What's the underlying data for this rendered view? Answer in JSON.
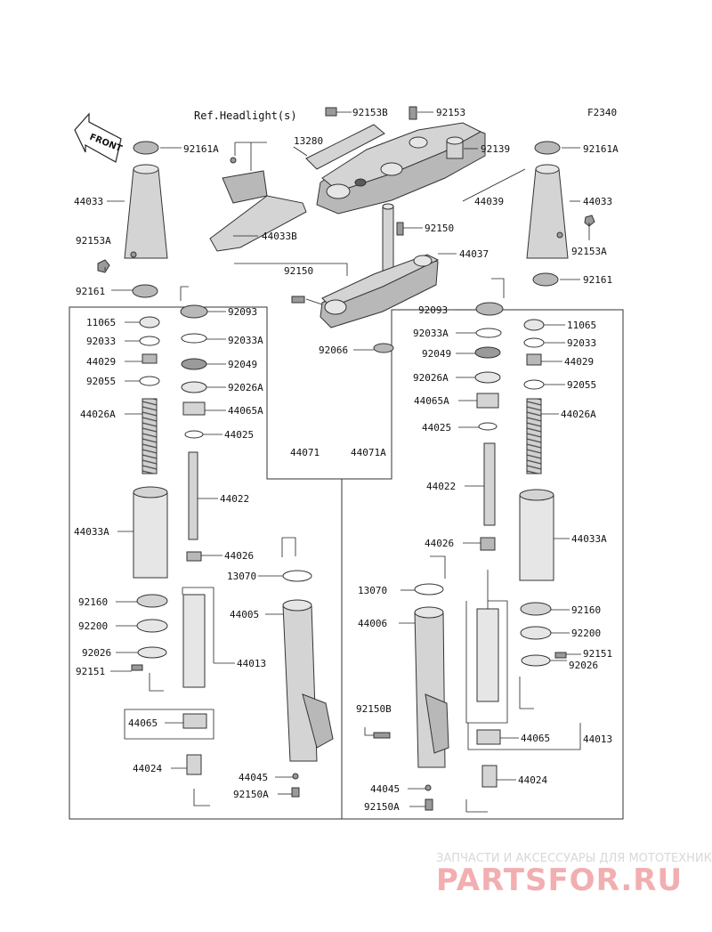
{
  "diagram_code": "F2340",
  "ref_headlight": "Ref.Headlight(s)",
  "front_marker": "FRONT",
  "watermark": {
    "line1": "ЗАПЧАСТИ И АКСЕССУАРЫ ДЛЯ МОТОТЕХНИКИ",
    "line2": "PARTSFOR.RU"
  },
  "labels": {
    "p92153B": "92153B",
    "p92153": "92153",
    "p13280": "13280",
    "p92139": "92139",
    "p44039": "44039",
    "p92161A_l": "92161A",
    "p92161A_r": "92161A",
    "p44033_l": "44033",
    "p44033_r": "44033",
    "p92153A_l": "92153A",
    "p92153A_r": "92153A",
    "p44033B": "44033B",
    "p92150_t": "92150",
    "p92150_m": "92150",
    "p44037": "44037",
    "p92161_l": "92161",
    "p92161_r": "92161",
    "p92066": "92066",
    "p92093_l": "92093",
    "p92093_r": "92093",
    "p11065_l": "11065",
    "p11065_r": "11065",
    "p92033_l": "92033",
    "p92033_r": "92033",
    "p92033A_l": "92033A",
    "p92033A_r": "92033A",
    "p44029_l": "44029",
    "p44029_r": "44029",
    "p92049_l": "92049",
    "p92049_r": "92049",
    "p92055_l": "92055",
    "p92055_r": "92055",
    "p92026A_l": "92026A",
    "p92026A_r": "92026A",
    "p44026A_l": "44026A",
    "p44026A_r": "44026A",
    "p44065A_l": "44065A",
    "p44065A_r": "44065A",
    "p44025_l": "44025",
    "p44025_r": "44025",
    "p44071": "44071",
    "p44071A": "44071A",
    "p44022_l": "44022",
    "p44022_r": "44022",
    "p44033A_l": "44033A",
    "p44033A_r": "44033A",
    "p44026_l": "44026",
    "p44026_r": "44026",
    "p13070_l": "13070",
    "p13070_r": "13070",
    "p92160_l": "92160",
    "p92160_r": "92160",
    "p44005": "44005",
    "p44006": "44006",
    "p92200_l": "92200",
    "p92200_r": "92200",
    "p92026_l": "92026",
    "p92026_r": "92026",
    "p44013_l": "44013",
    "p44013_r": "44013",
    "p92151_l": "92151",
    "p92151_r": "92151",
    "p92150B": "92150B",
    "p44065_l": "44065",
    "p44065_r": "44065",
    "p44024_l": "44024",
    "p44024_r": "44024",
    "p44045_l": "44045",
    "p44045_r": "44045",
    "p92150A_l": "92150A",
    "p92150A_r": "92150A"
  }
}
